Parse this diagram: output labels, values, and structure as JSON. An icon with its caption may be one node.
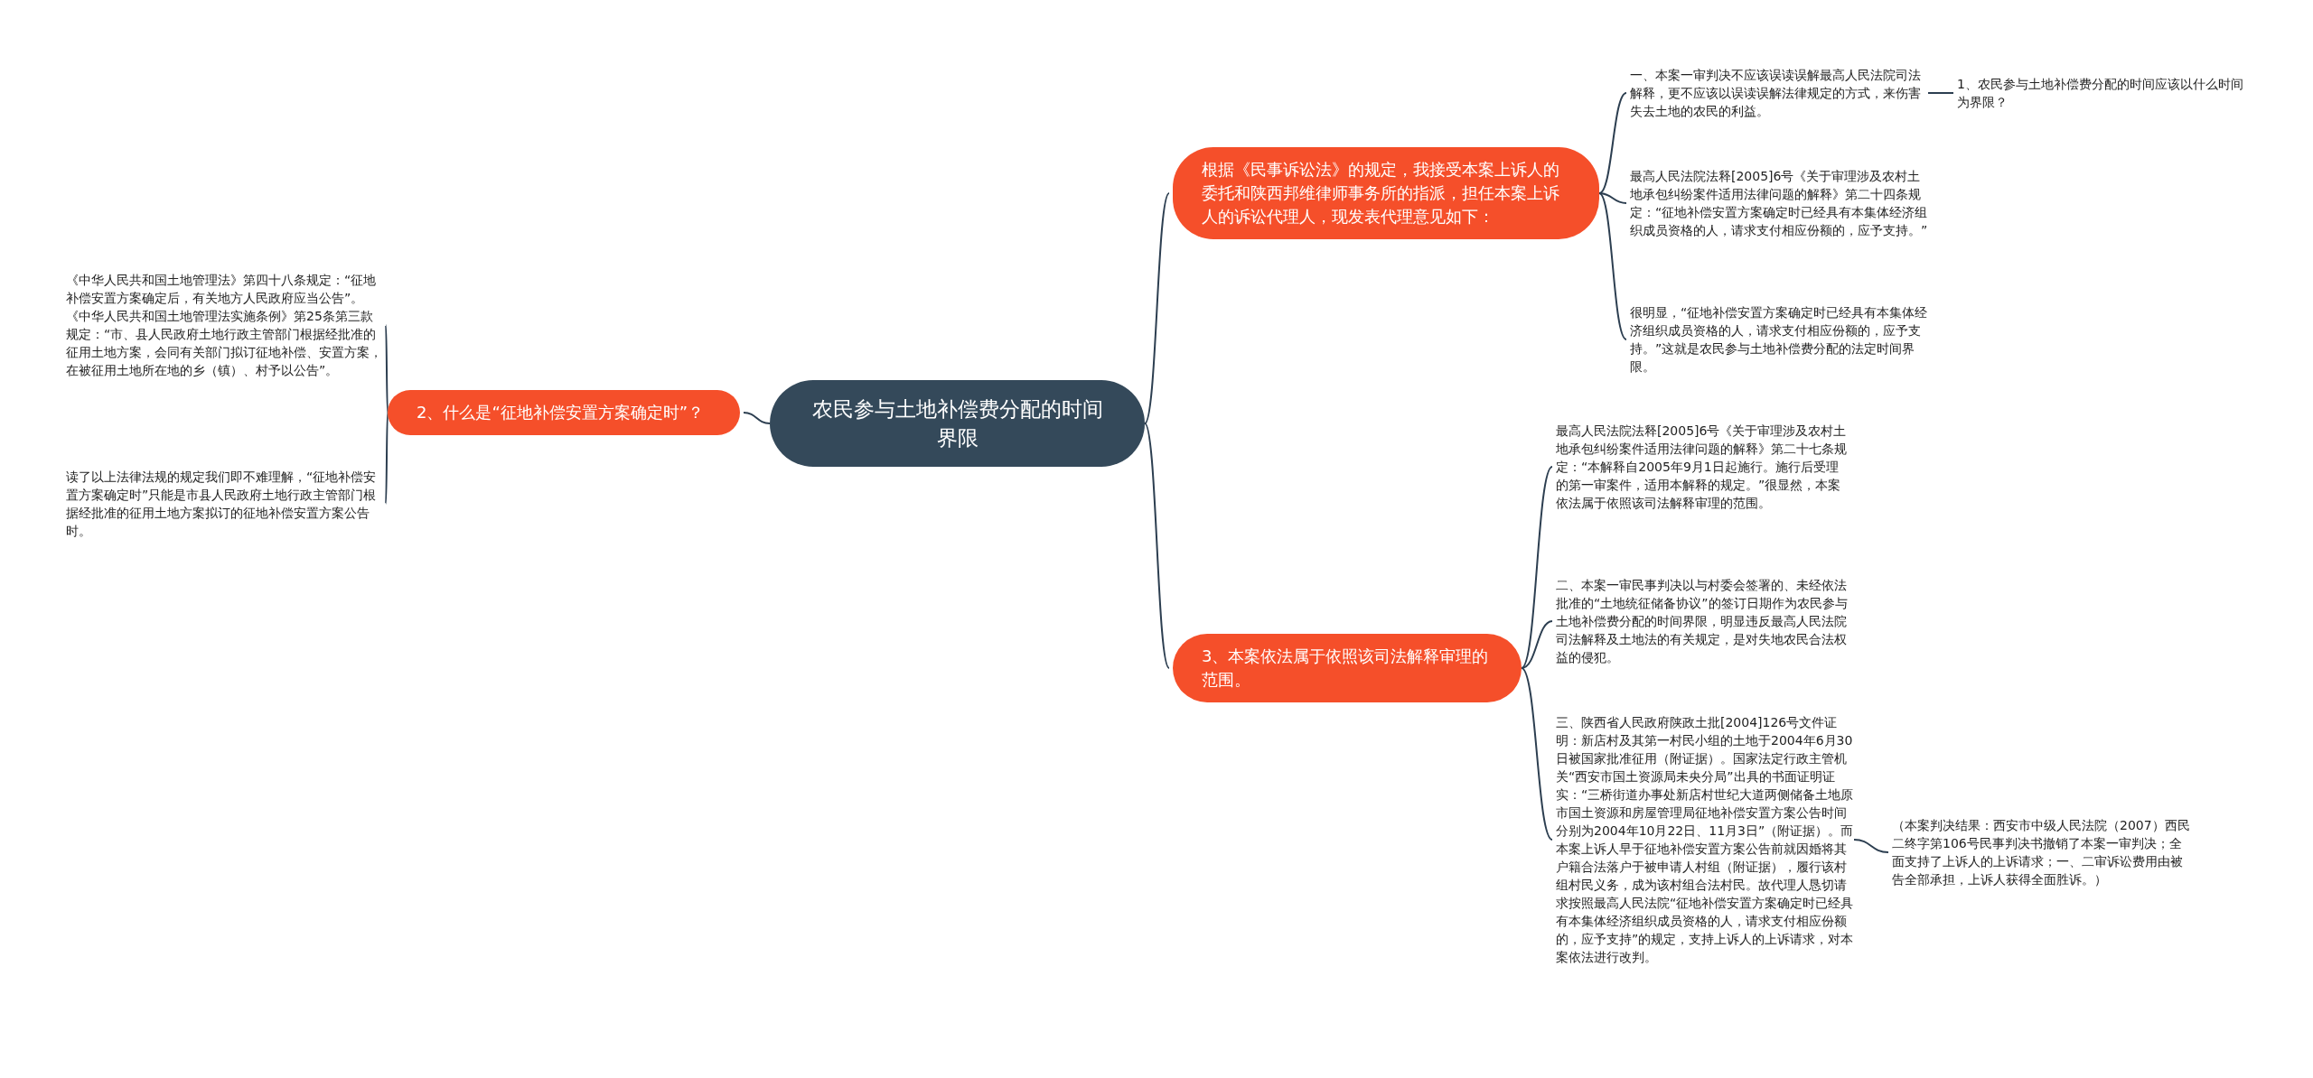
{
  "diagram": {
    "nodes": [
      {
        "text": [
          "农民参与土地补偿费分配的时间界限"
        ]
      },
      {
        "text": [
          "根据《民事诉讼法》的规定，我接受本案上诉人的委托和陕西邦维律师事务所的指派，担任本案上诉人的诉讼代理人，现发表代理意见如下："
        ]
      },
      {
        "text": [
          "一、本案一审判决不应该误读误解最高人民法院司法解释，更不应该以误读误解法律规定的方式，来伤害失去土地的农民的利益。"
        ]
      },
      {
        "text": [
          "1、农民参与土地补偿费分配的时间应该以什么时间为界限？"
        ]
      },
      {
        "text": [
          "最高人民法院法释[2005]6号《关于审理涉及农村土地承包纠纷案件适用法律问题的解释》第二十四条规定：“征地补偿安置方案确定时已经具有本集体经济组织成员资格的人，请求支付相应份额的，应予支持。”"
        ]
      },
      {
        "text": [
          "很明显，“征地补偿安置方案确定时已经具有本集体经济组织成员资格的人，请求支付相应份额的，应予支持。”这就是农民参与土地补偿费分配的法定时间界限。"
        ]
      },
      {
        "text": [
          "2、什么是“征地补偿安置方案确定时”？"
        ]
      },
      {
        "text": [
          "《中华人民共和国土地管理法》第四十八条规定：“征地补偿安置方案确定后，有关地方人民政府应当公告”。《中华人民共和国土地管理法实施条例》第25条第三款规定：“市、县人民政府土地行政主管部门根据经批准的征用土地方案，会同有关部门拟订征地补偿、安置方案，在被征用土地所在地的乡（镇）、村予以公告”。"
        ]
      },
      {
        "text": [
          "读了以上法律法规的规定我们即不难理解，“征地补偿安置方案确定时”只能是市县人民政府土地行政主管部门根据经批准的征用土地方案拟订的征地补偿安置方案公告时。"
        ]
      },
      {
        "text": [
          "3、本案依法属于依照该司法解释审理的范围。"
        ]
      },
      {
        "text": [
          "最高人民法院法释[2005]6号《关于审理涉及农村土地承包纠纷案件适用法律问题的解释》第二十七条规定：“本解释自2005年9月1日起施行。施行后受理的第一审案件，适用本解释的规定。”很显然，本案依法属于依照该司法解释审理的范围。"
        ]
      },
      {
        "text": [
          "二、本案一审民事判决以与村委会签署的、未经依法批准的“土地统征储备协议”的签订日期作为农民参与土地补偿费分配的时间界限，明显违反最高人民法院司法解释及土地法的有关规定，是对失地农民合法权益的侵犯。"
        ]
      },
      {
        "text": [
          "三、陕西省人民政府陕政土批[2004]126号文件证明：新店村及其第一村民小组的土地于2004年6月30日被国家批准征用（附证据）。国家法定行政主管机关“西安市国土资源局未央分局”出具的书面证明证实：“三桥街道办事处新店村世纪大道两侧储备土地原市国土资源和房屋管理局征地补偿安置方案公告时间分别为2004年10月22日、11月3日”（附证据）。而本案上诉人早于征地补偿安置方案公告前就因婚将其户籍合法落户于被申请人村组（附证据），履行该村组村民义务，成为该村组合法村民。故代理人恳切请求按照最高人民法院“征地补偿安置方案确定时已经具有本集体经济组织成员资格的人，请求支付相应份额的，应予支持”的规定，支持上诉人的上诉请求，对本案依法进行改判。"
        ]
      },
      {
        "text": [
          "（本案判决结果：西安市中级人民法院（2007）西民二终字第106号民事判决书撤销了本案一审判决；全面支持了上诉人的上诉请求；一、二审诉讼费用由被告全部承担，上诉人获得全面胜诉。）"
        ]
      }
    ],
    "edges": [
      {
        "from": 0,
        "to": 1,
        "arrow": "none"
      },
      {
        "from": 1,
        "to": 2,
        "arrow": "none"
      },
      {
        "from": 2,
        "to": 3,
        "arrow": "none"
      },
      {
        "from": 1,
        "to": 4,
        "arrow": "none"
      },
      {
        "from": 1,
        "to": 5,
        "arrow": "none"
      },
      {
        "from": 0,
        "to": 6,
        "arrow": "none"
      },
      {
        "from": 6,
        "to": 7,
        "arrow": "none"
      },
      {
        "from": 6,
        "to": 8,
        "arrow": "none"
      },
      {
        "from": 0,
        "to": 9,
        "arrow": "none"
      },
      {
        "from": 9,
        "to": 10,
        "arrow": "none"
      },
      {
        "from": 9,
        "to": 11,
        "arrow": "none"
      },
      {
        "from": 9,
        "to": 12,
        "arrow": "none"
      },
      {
        "from": 12,
        "to": 13,
        "arrow": "none"
      }
    ]
  }
}
